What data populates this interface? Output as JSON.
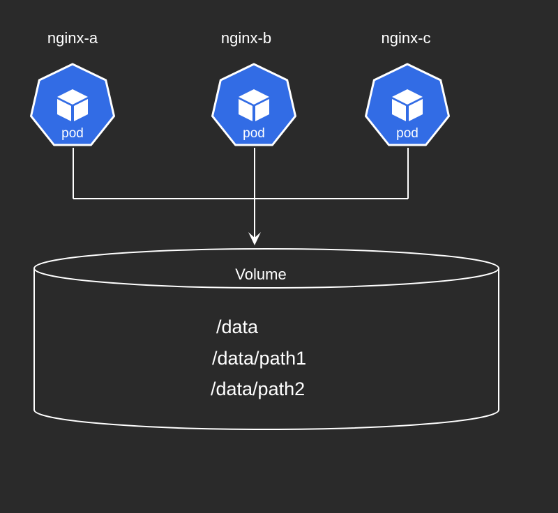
{
  "pods": [
    {
      "name": "nginx-a",
      "badge": "pod"
    },
    {
      "name": "nginx-b",
      "badge": "pod"
    },
    {
      "name": "nginx-c",
      "badge": "pod"
    }
  ],
  "volume": {
    "label": "Volume",
    "paths": [
      "/data",
      "/data/path1",
      "/data/path2"
    ]
  },
  "colors": {
    "background": "#2a2a2a",
    "pod_fill": "#326ce5",
    "pod_stroke": "#ffffff",
    "line": "#ffffff",
    "text": "#ffffff"
  }
}
